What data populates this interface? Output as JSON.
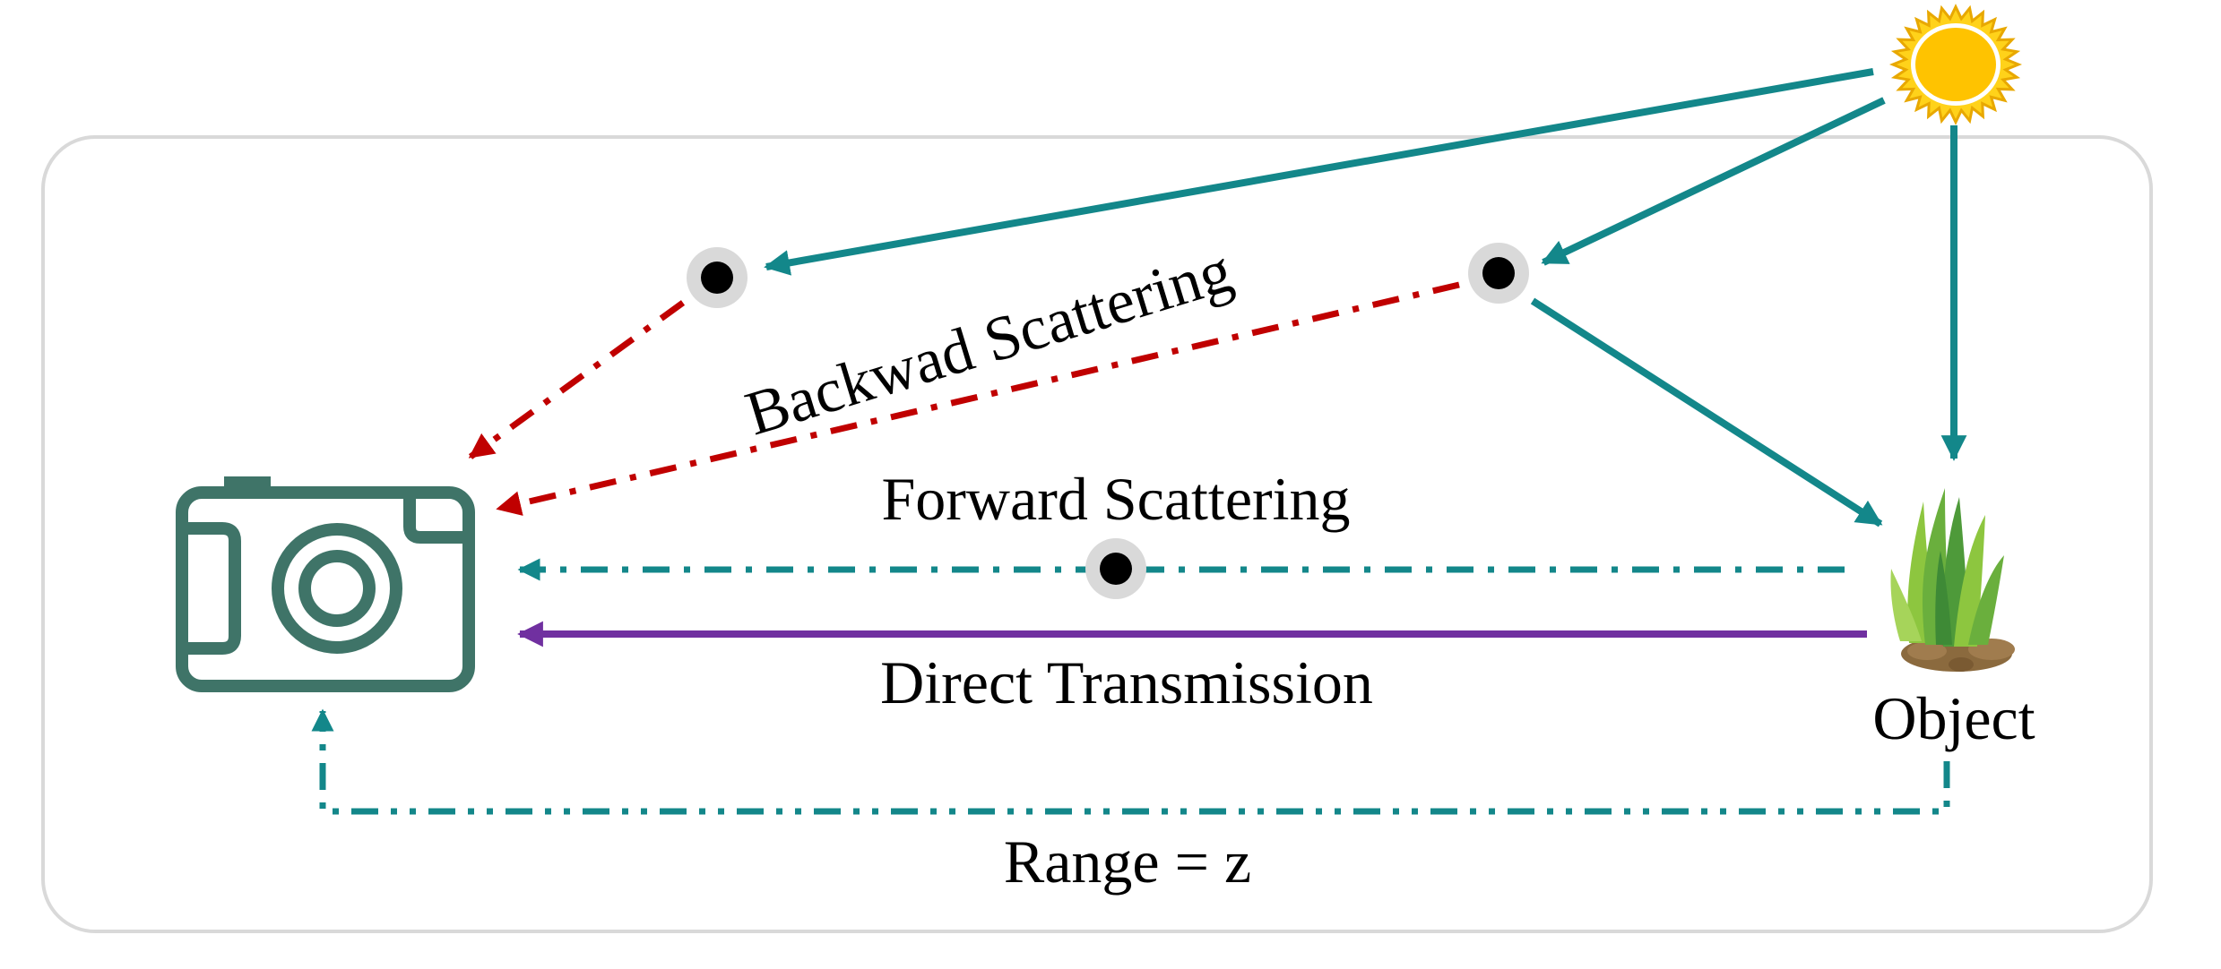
{
  "labels": {
    "backward_scattering": "Backwad Scattering",
    "forward_scattering": "Forward Scattering",
    "direct_transmission": "Direct Transmission",
    "object": "Object",
    "range": "Range = z"
  },
  "icons": {
    "light_source": "sun-icon",
    "sensor": "camera-icon",
    "target": "grass-icon",
    "scatter_particle": "particle-icon"
  },
  "colors": {
    "illumination": "#13878A",
    "backscatter": "#C00000",
    "forward_scatter": "#13878A",
    "direct_transmission": "#7030A0",
    "camera": "#3F7468",
    "sun": "#FFC300",
    "frame_border": "#D9D9D9"
  }
}
